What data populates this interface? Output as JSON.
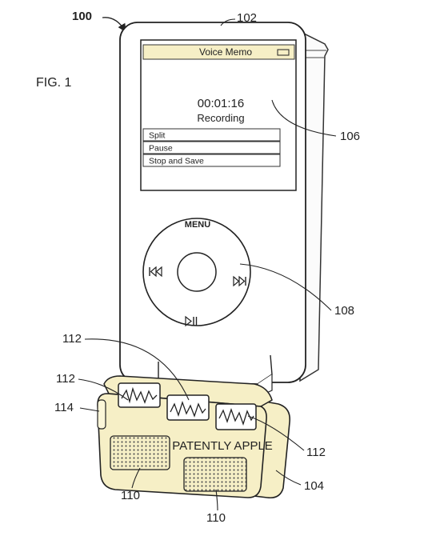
{
  "figure": {
    "label": "FIG. 1",
    "overall_ref": "100"
  },
  "device": {
    "ref": "102",
    "screen_ref": "106",
    "wheel_ref": "108",
    "screen": {
      "title": "Voice Memo",
      "time": "00:01:16",
      "status": "Recording",
      "menu_items": [
        "Split",
        "Pause",
        "Stop and Save"
      ]
    },
    "wheel": {
      "menu_label": "MENU",
      "prev_icon": "rewind-icon",
      "next_icon": "fast-forward-icon",
      "play_icon": "play-pause-icon"
    }
  },
  "accessory": {
    "ref": "104",
    "watermark": "PATENTLY APPLE",
    "color": "#f6efc6",
    "refs": {
      "mic_top": "112",
      "mic_left": "112",
      "mic_right": "112",
      "side_button": "114",
      "speaker_left": "110",
      "speaker_right": "110"
    }
  }
}
